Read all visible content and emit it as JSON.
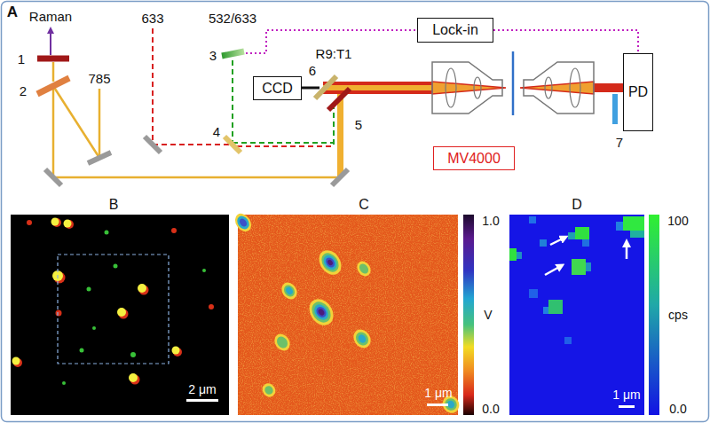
{
  "diagram": {
    "nodes": [
      {
        "text": [
          "Lock-in"
        ]
      },
      {
        "text": [
          "CCD"
        ]
      },
      {
        "text": [
          "MV4000"
        ]
      },
      {
        "text": [
          "PD"
        ]
      }
    ],
    "edges": [
      {
        "from": 0,
        "to": 3,
        "arrow": "none"
      }
    ],
    "labels": [
      "A",
      "Raman",
      "633",
      "532/633",
      "785",
      "1",
      "2",
      "3",
      "4",
      "5",
      "6",
      "R9:T1",
      "7",
      "B",
      "C",
      "D",
      "2 μm",
      "1.0",
      "V",
      "0.0",
      "1 μm",
      "100",
      "cps",
      "0.0",
      "1 μm"
    ]
  }
}
